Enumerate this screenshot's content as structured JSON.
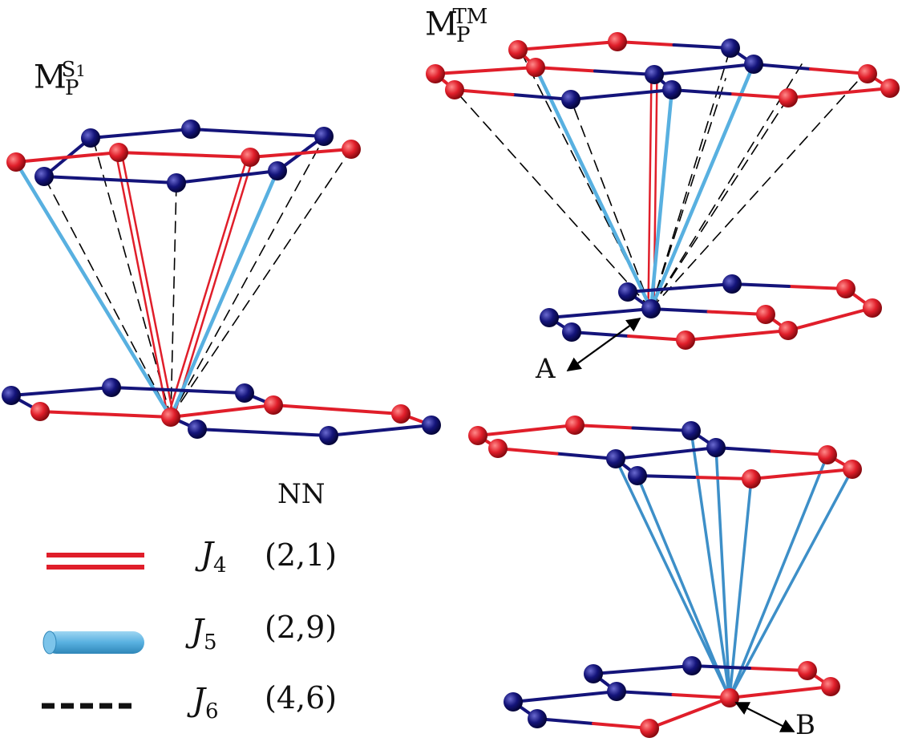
{
  "colors": {
    "red": "#e01e2a",
    "blue": "#14147a",
    "light_blue": "#58b0e0",
    "dash": "#000000"
  },
  "panels": {
    "left": {
      "title_main": "M",
      "title_sub": "P",
      "title_sup": "S",
      "title_sup_sub": "1"
    },
    "right": {
      "title_main": "M",
      "title_sub": "P",
      "title_sup": "TM"
    }
  },
  "points": {
    "a": "A",
    "b": "B"
  },
  "legend": {
    "header": "NN",
    "items": [
      {
        "symbol": "J",
        "index": "4",
        "nn": "(2,1)",
        "line_style": "double-red"
      },
      {
        "symbol": "J",
        "index": "5",
        "nn": "(2,9)",
        "line_style": "light-blue-tube"
      },
      {
        "symbol": "J",
        "index": "6",
        "nn": "(4,6)",
        "line_style": "black-dashed"
      }
    ]
  }
}
